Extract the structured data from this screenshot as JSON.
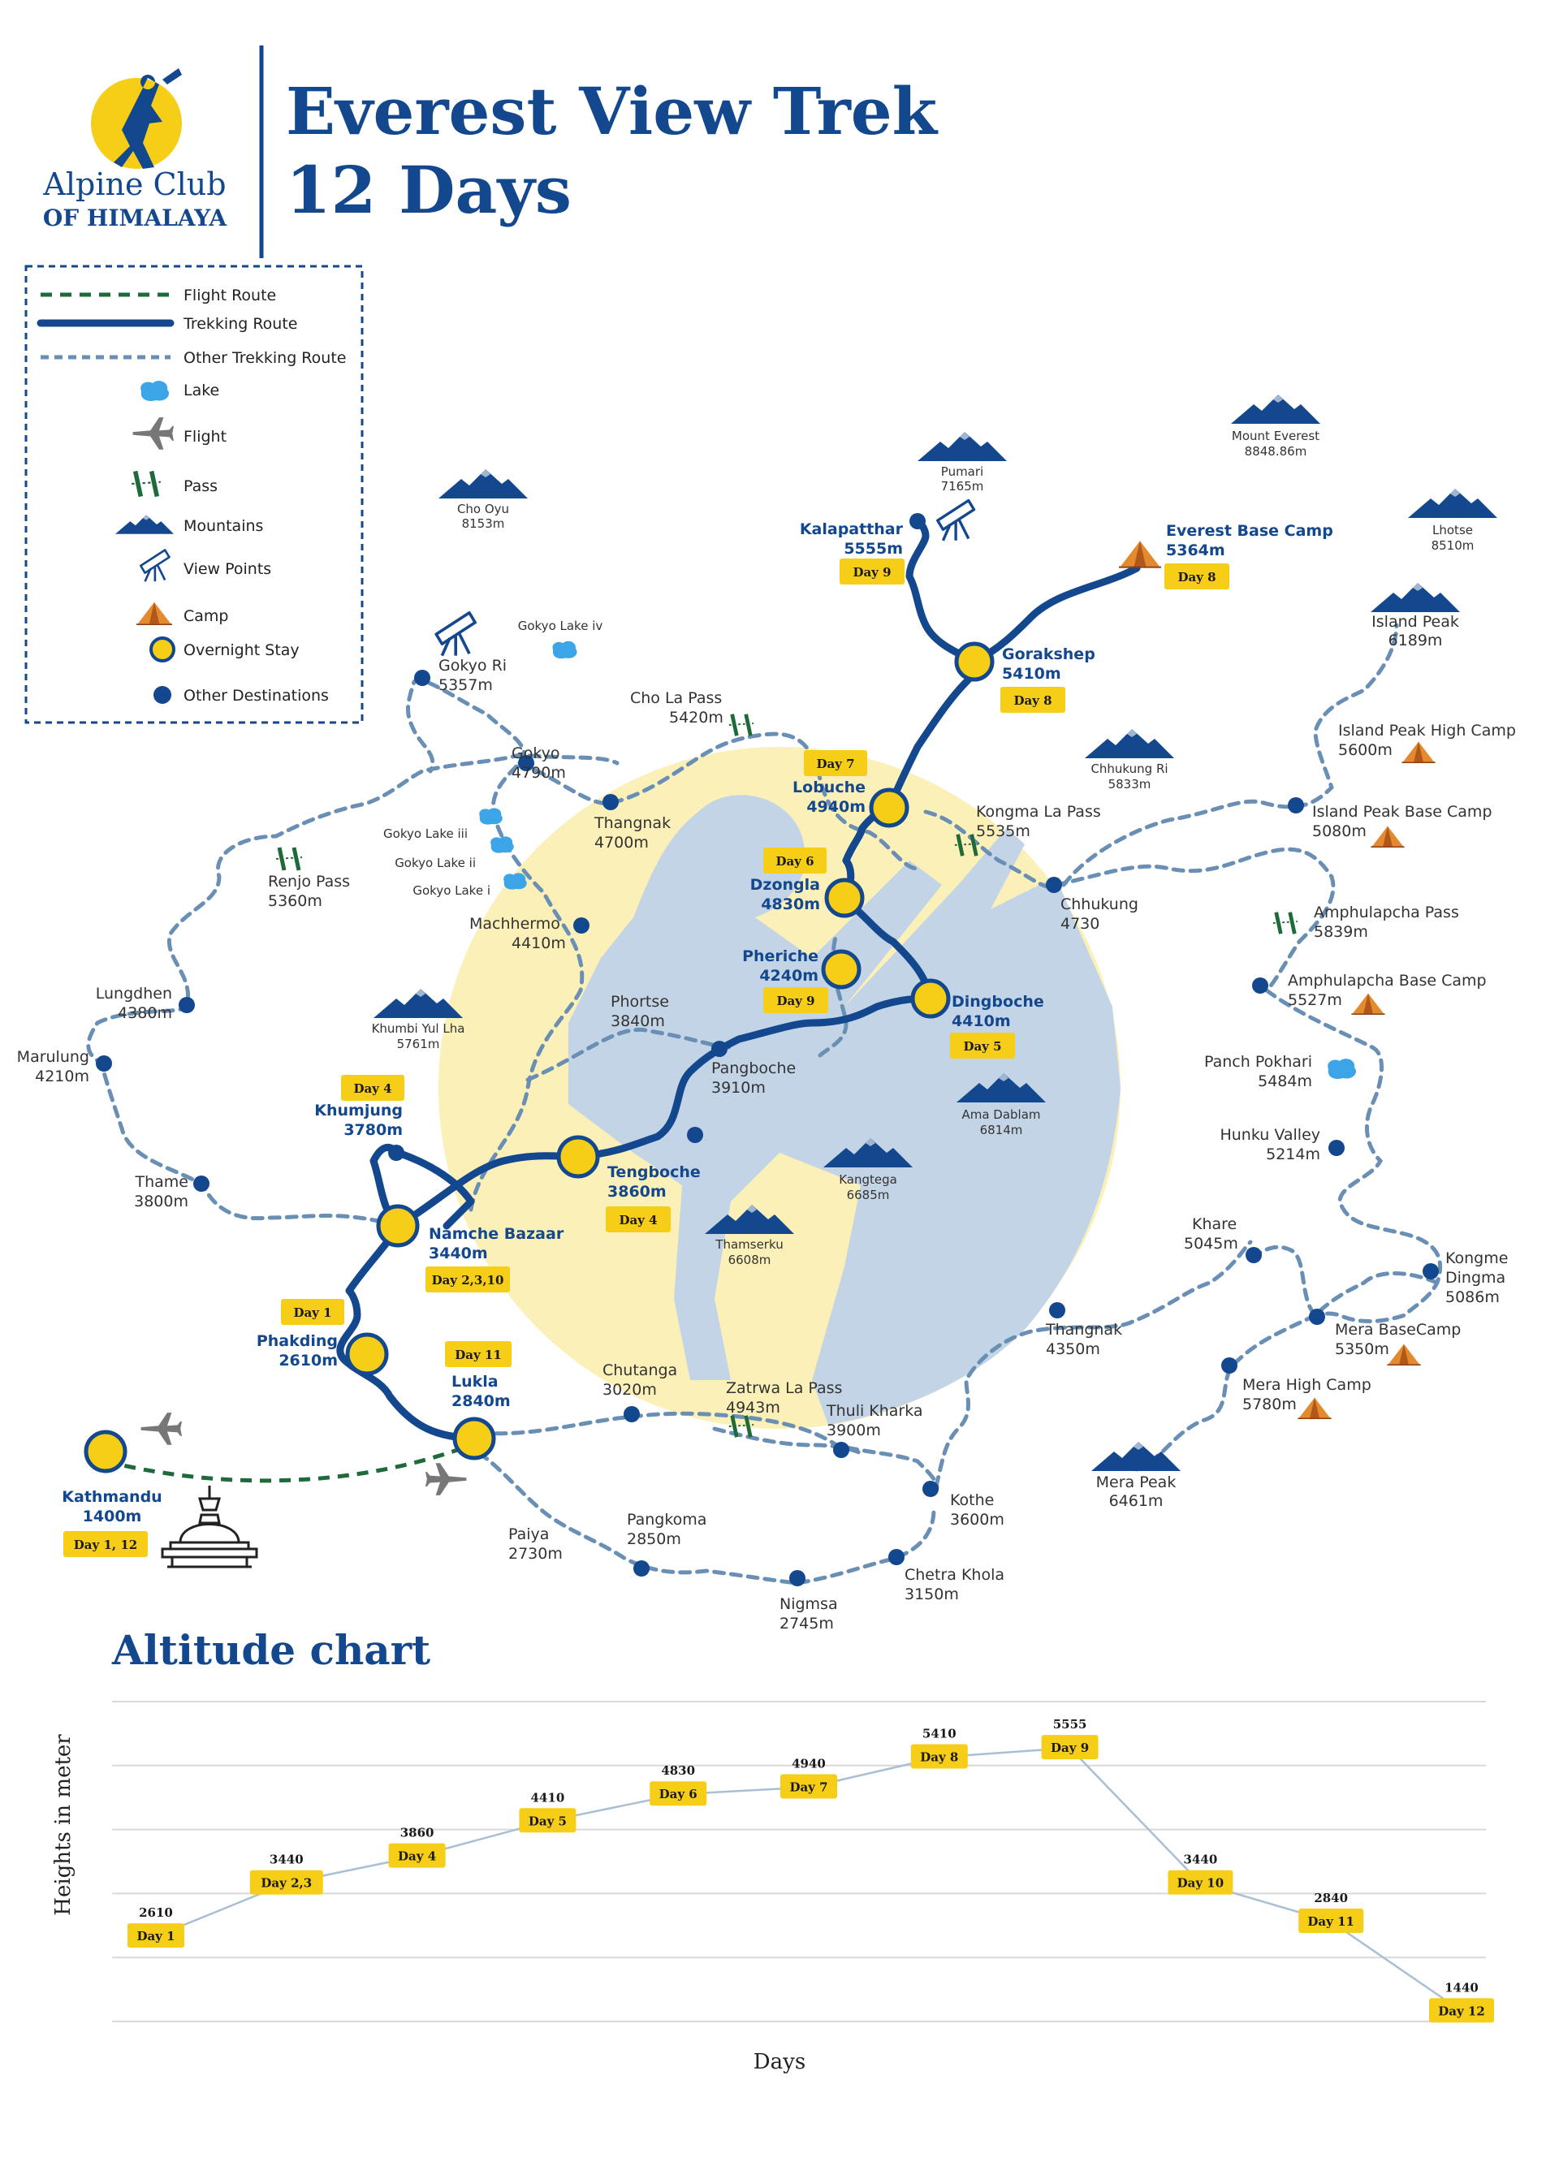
{
  "title": {
    "line1": "Everest View Trek",
    "line2": "12 Days"
  },
  "logo": {
    "line1": "Alpine Club",
    "line2": "OF HIMALAYA"
  },
  "colors": {
    "navy": "#13478e",
    "dashed": "#6a8fb5",
    "flight": "#1f6a3a",
    "yellow": "#f7ce17",
    "bg_circle": "#fbf0b8",
    "silhouette": "#c4d4e7",
    "camp": "#e38a2e",
    "lake": "#3ba5e8"
  },
  "legend": {
    "items": [
      {
        "icon": "flight-route-line",
        "label": "Flight Route"
      },
      {
        "icon": "trekking-route-line",
        "label": "Trekking Route"
      },
      {
        "icon": "other-route-line",
        "label": "Other Trekking Route"
      },
      {
        "icon": "lake-icon",
        "label": "Lake"
      },
      {
        "icon": "plane-icon",
        "label": "Flight"
      },
      {
        "icon": "pass-icon",
        "label": "Pass"
      },
      {
        "icon": "mountain-icon",
        "label": "Mountains"
      },
      {
        "icon": "telescope-icon",
        "label": "View Points"
      },
      {
        "icon": "tent-icon",
        "label": "Camp"
      },
      {
        "icon": "overnight-dot-icon",
        "label": "Overnight Stay"
      },
      {
        "icon": "destination-dot-icon",
        "label": "Other Destinations"
      }
    ]
  },
  "stops": [
    {
      "name": "Kathmandu",
      "alt": "1400m",
      "day": "Day 1, 12"
    },
    {
      "name": "Phakding",
      "alt": "2610m",
      "day": "Day 1"
    },
    {
      "name": "Lukla",
      "alt": "2840m",
      "day": "Day 11"
    },
    {
      "name": "Namche Bazaar",
      "alt": "3440m",
      "day": "Day 2,3,10"
    },
    {
      "name": "Khumjung",
      "alt": "3780m",
      "day": "Day 4"
    },
    {
      "name": "Tengboche",
      "alt": "3860m",
      "day": "Day 4"
    },
    {
      "name": "Dingboche",
      "alt": "4410m",
      "day": "Day 5"
    },
    {
      "name": "Pheriche",
      "alt": "4240m",
      "day": "Day 9"
    },
    {
      "name": "Dzongla",
      "alt": "4830m",
      "day": "Day 6"
    },
    {
      "name": "Lobuche",
      "alt": "4940m",
      "day": "Day 7"
    },
    {
      "name": "Gorakshep",
      "alt": "5410m",
      "day": "Day 8"
    },
    {
      "name": "Kalapatthar",
      "alt": "5555m",
      "day": "Day 9"
    },
    {
      "name": "Everest Base Camp",
      "alt": "5364m",
      "day": "Day 8"
    }
  ],
  "places": [
    {
      "name": "Gokyo Ri",
      "alt": "5357m"
    },
    {
      "name": "Gokyo",
      "alt": "4790m"
    },
    {
      "name": "Thangnak",
      "alt": "4700m"
    },
    {
      "name": "Cho La Pass",
      "alt": "5420m"
    },
    {
      "name": "Renjo Pass",
      "alt": "5360m"
    },
    {
      "name": "Machhermo",
      "alt": "4410m"
    },
    {
      "name": "Lungdhen",
      "alt": "4380m"
    },
    {
      "name": "Marulung",
      "alt": "4210m"
    },
    {
      "name": "Thame",
      "alt": "3800m"
    },
    {
      "name": "Phortse",
      "alt": "3840m"
    },
    {
      "name": "Pangboche",
      "alt": "3910m"
    },
    {
      "name": "Kongma La Pass",
      "alt": "5535m"
    },
    {
      "name": "Chhukung",
      "alt": "4730"
    },
    {
      "name": "Island Peak High Camp",
      "alt": "5600m"
    },
    {
      "name": "Island Peak Base Camp",
      "alt": "5080m"
    },
    {
      "name": "Amphulapcha Pass",
      "alt": "5839m"
    },
    {
      "name": "Amphulapcha Base Camp",
      "alt": "5527m"
    },
    {
      "name": "Panch Pokhari",
      "alt": "5484m"
    },
    {
      "name": "Hunku Valley",
      "alt": "5214m"
    },
    {
      "name": "Kongme",
      "alt2": "Dingma",
      "alt": "5086m"
    },
    {
      "name": "Khare",
      "alt": "5045m"
    },
    {
      "name": "Mera BaseCamp",
      "alt": "5350m"
    },
    {
      "name": "Mera High Camp",
      "alt": "5780m"
    },
    {
      "name": "Thangnak",
      "alt": "4350m"
    },
    {
      "name": "Chutanga",
      "alt": "3020m"
    },
    {
      "name": "Zatrwa La Pass",
      "alt": "4943m"
    },
    {
      "name": "Thuli Kharka",
      "alt": "3900m"
    },
    {
      "name": "Kothe",
      "alt": "3600m"
    },
    {
      "name": "Chetra Khola",
      "alt": "3150m"
    },
    {
      "name": "Nigmsa",
      "alt": "2745m"
    },
    {
      "name": "Pangkoma",
      "alt": "2850m"
    },
    {
      "name": "Paiya",
      "alt": "2730m"
    }
  ],
  "lakes": [
    "Gokyo Lake iv",
    "Gokyo Lake iii",
    "Gokyo Lake ii",
    "Gokyo Lake i"
  ],
  "mountains": [
    {
      "name": "Cho Oyu",
      "alt": "8153m"
    },
    {
      "name": "Pumari",
      "alt": "7165m"
    },
    {
      "name": "Mount Everest",
      "alt": "8848.86m"
    },
    {
      "name": "Lhotse",
      "alt": "8510m"
    },
    {
      "name": "Island Peak",
      "alt": "6189m"
    },
    {
      "name": "Chhukung Ri",
      "alt": "5833m"
    },
    {
      "name": "Khumbi Yul Lha",
      "alt": "5761m"
    },
    {
      "name": "Ama Dablam",
      "alt": "6814m"
    },
    {
      "name": "Kangtega",
      "alt": "6685m"
    },
    {
      "name": "Thamserku",
      "alt": "6608m"
    },
    {
      "name": "Mera Peak",
      "alt": "6461m"
    }
  ],
  "chart_data": {
    "type": "line",
    "title": "Altitude chart",
    "xlabel": "Days",
    "ylabel": "Heights in meter",
    "ylim": [
      1000,
      6000
    ],
    "grid": true,
    "categories": [
      "Day 1",
      "Day 2,3",
      "Day 4",
      "Day 5",
      "Day 6",
      "Day 7",
      "Day 8",
      "Day 9",
      "Day 10",
      "Day 11",
      "Day 12"
    ],
    "values": [
      2610,
      3440,
      3860,
      4410,
      4830,
      4940,
      5410,
      5555,
      3440,
      2840,
      1440
    ]
  }
}
